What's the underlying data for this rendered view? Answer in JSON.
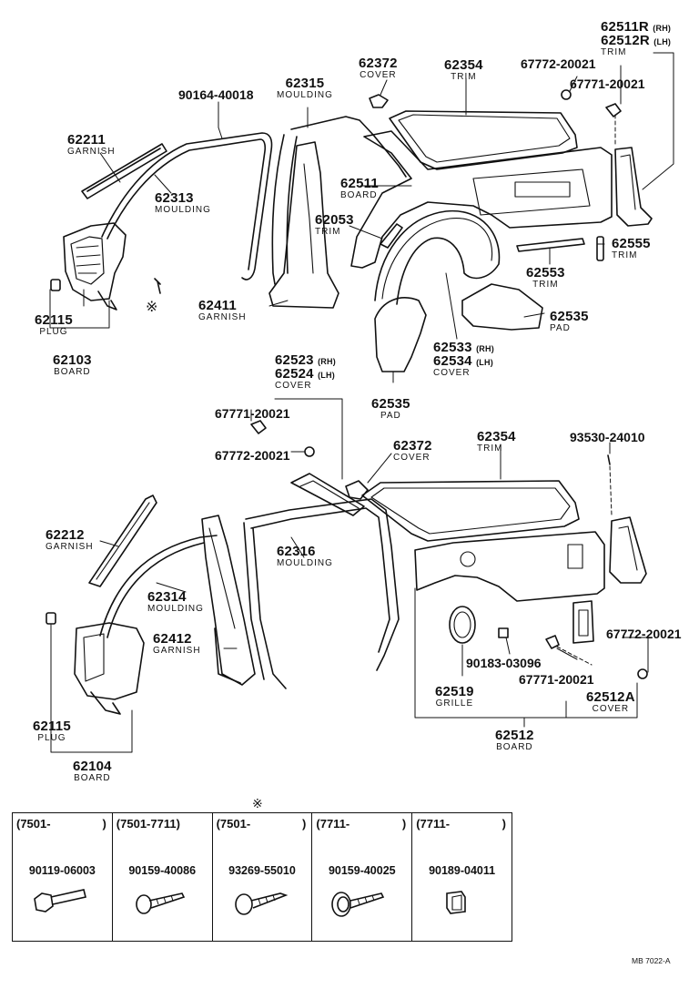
{
  "drawing_code": "MB 7022-A",
  "note_mark": "※",
  "top_labels": {
    "p62511r": "62511R",
    "p62511r_side": "(RH)",
    "p62512r": "62512R",
    "p62512r_side": "(LH)",
    "p62512r_name": "TRIM",
    "p67772_a": "67772-20021",
    "p67771_a": "67771-20021",
    "p62354_a": "62354",
    "p62354_a_name": "TRIM",
    "p62372_a": "62372",
    "p62372_a_name": "COVER",
    "p62315": "62315",
    "p62315_name": "MOULDING",
    "p90164": "90164-40018",
    "p62211": "62211",
    "p62211_name": "GARNISH",
    "p62313": "62313",
    "p62313_name": "MOULDING",
    "p62511": "62511",
    "p62511_name": "BOARD",
    "p62053": "62053",
    "p62053_name": "TRIM",
    "p62555": "62555",
    "p62555_name": "TRIM",
    "p62553": "62553",
    "p62553_name": "TRIM",
    "p62535_a": "62535",
    "p62535_a_name": "PAD",
    "p62411": "62411",
    "p62411_name": "GARNISH",
    "p62115_a": "62115",
    "p62115_a_name": "PLUG",
    "p62103": "62103",
    "p62103_name": "BOARD",
    "p62533": "62533",
    "p62533_side": "(RH)",
    "p62534": "62534",
    "p62534_side": "(LH)",
    "p62534_name": "COVER",
    "p62535_b": "62535",
    "p62535_b_name": "PAD",
    "mark_small": "※"
  },
  "bottom_labels": {
    "p62523": "62523",
    "p62523_side": "(RH)",
    "p62524": "62524",
    "p62524_side": "(LH)",
    "p62524_name": "COVER",
    "p67771_b": "67771-20021",
    "p67772_b": "67772-20021",
    "p62372_b": "62372",
    "p62372_b_name": "COVER",
    "p62354_b": "62354",
    "p62354_b_name": "TRIM",
    "p93530": "93530-24010",
    "p62212": "62212",
    "p62212_name": "GARNISH",
    "p62316": "62316",
    "p62316_name": "MOULDING",
    "p62314": "62314",
    "p62314_name": "MOULDING",
    "p62412": "62412",
    "p62412_name": "GARNISH",
    "p67772_c": "67772-20021",
    "p90183": "90183-03096",
    "p67771_c": "67771-20021",
    "p62519": "62519",
    "p62519_name": "GRILLE",
    "p62512a": "62512A",
    "p62512a_name": "COVER",
    "p62115_b": "62115",
    "p62115_b_name": "PLUG",
    "p62104": "62104",
    "p62104_name": "BOARD",
    "p62512": "62512",
    "p62512_name": "BOARD"
  },
  "fasteners": [
    {
      "range": "(7501-",
      "close": ")",
      "part": "90119-06003",
      "icon": "hex-bolt-icon"
    },
    {
      "range": "(7501-7711)",
      "close": "",
      "part": "90159-40086",
      "icon": "screw-icon"
    },
    {
      "range": "(7501-",
      "close": ")",
      "part": "93269-55010",
      "icon": "tapping-screw-icon"
    },
    {
      "range": "(7711-",
      "close": ")",
      "part": "90159-40025",
      "icon": "washer-screw-icon"
    },
    {
      "range": "(7711-",
      "close": ")",
      "part": "90189-04011",
      "icon": "clip-nut-icon"
    }
  ]
}
